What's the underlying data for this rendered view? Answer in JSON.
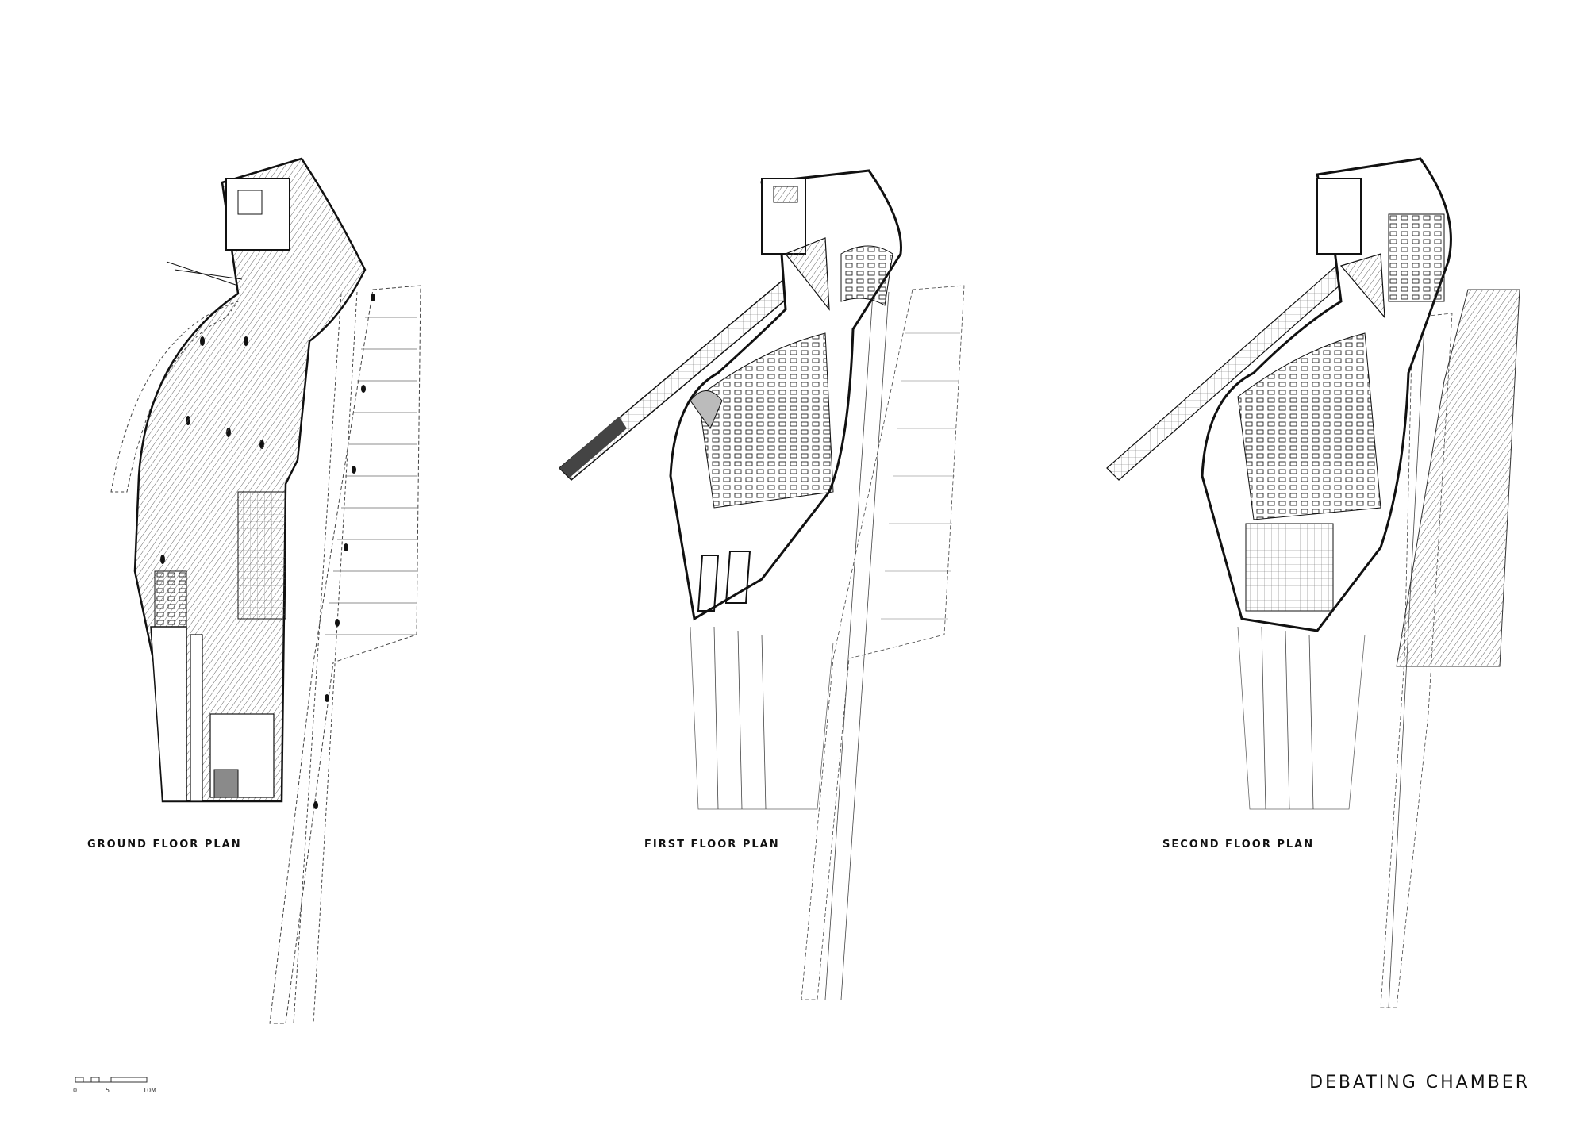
{
  "sheet_title": "DEBATING CHAMBER",
  "plans": [
    {
      "label": "GROUND FLOOR PLAN"
    },
    {
      "label": "FIRST FLOOR PLAN"
    },
    {
      "label": "SECOND FLOOR PLAN"
    }
  ],
  "scale_bar": {
    "labels": [
      "0",
      "5",
      "10M"
    ]
  },
  "colors": {
    "ink": "#111111",
    "hatch": "#555555",
    "fill_dark": "#8a8a8a",
    "paper": "#ffffff"
  }
}
